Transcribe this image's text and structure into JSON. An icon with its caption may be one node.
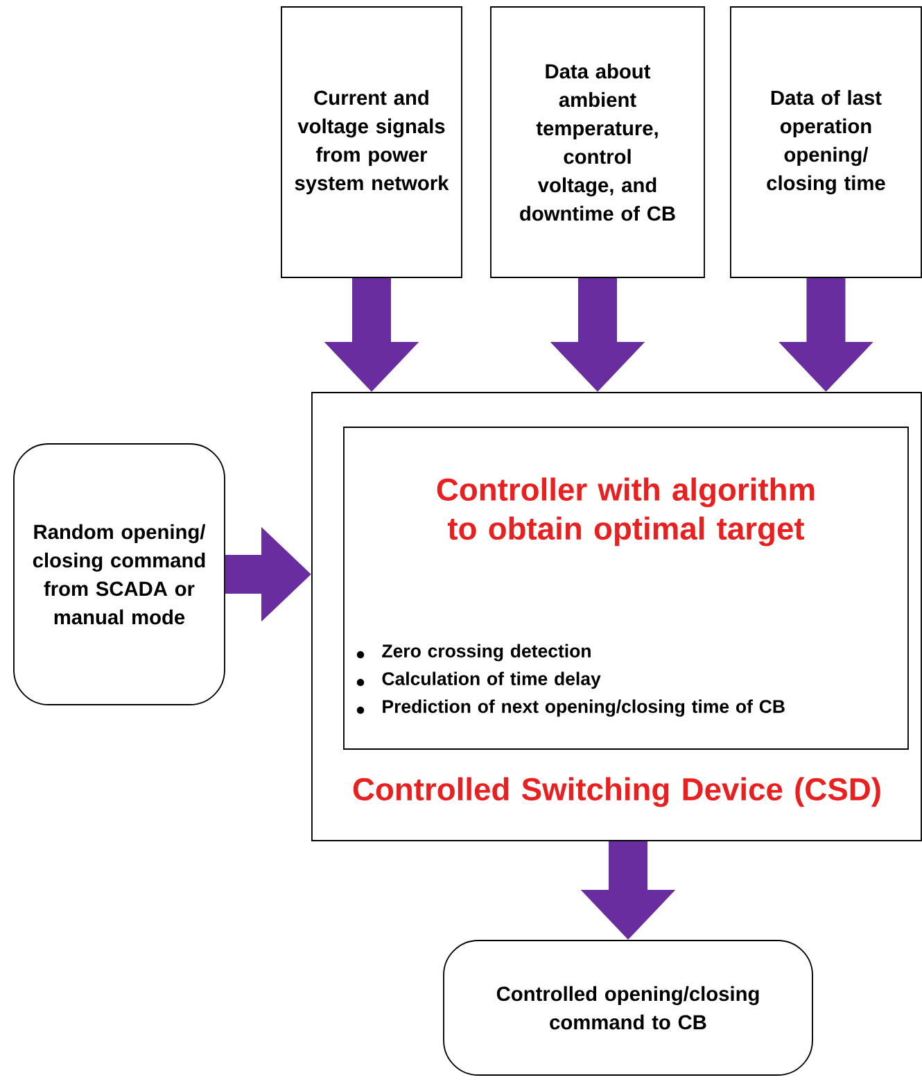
{
  "diagram": {
    "nodes": [
      {
        "text": [
          "Current and voltage signals from power system network"
        ]
      },
      {
        "text": [
          "Data about ambient temperature, control voltage, and downtime of CB"
        ]
      },
      {
        "text": [
          "Data of last operation opening/ closing time"
        ]
      },
      {
        "text": [
          "Controlled Switching Device (CSD)"
        ]
      },
      {
        "text": [
          "Controller with algorithm to obtain optimal target",
          "Zero crossing detection",
          "Calculation of time delay",
          "Prediction of next opening/closing time of CB"
        ],
        "in": 3
      },
      {
        "text": [
          "Random opening/ closing command from SCADA or manual mode"
        ]
      },
      {
        "text": [
          "Controlled opening/closing command to CB"
        ]
      }
    ],
    "edges": [
      {
        "from": 0,
        "to": 3,
        "arrow": "to"
      },
      {
        "from": 1,
        "to": 3,
        "arrow": "to"
      },
      {
        "from": 2,
        "to": 3,
        "arrow": "to"
      },
      {
        "from": 5,
        "to": 3,
        "arrow": "to"
      },
      {
        "from": 3,
        "to": 6,
        "arrow": "to"
      }
    ]
  }
}
